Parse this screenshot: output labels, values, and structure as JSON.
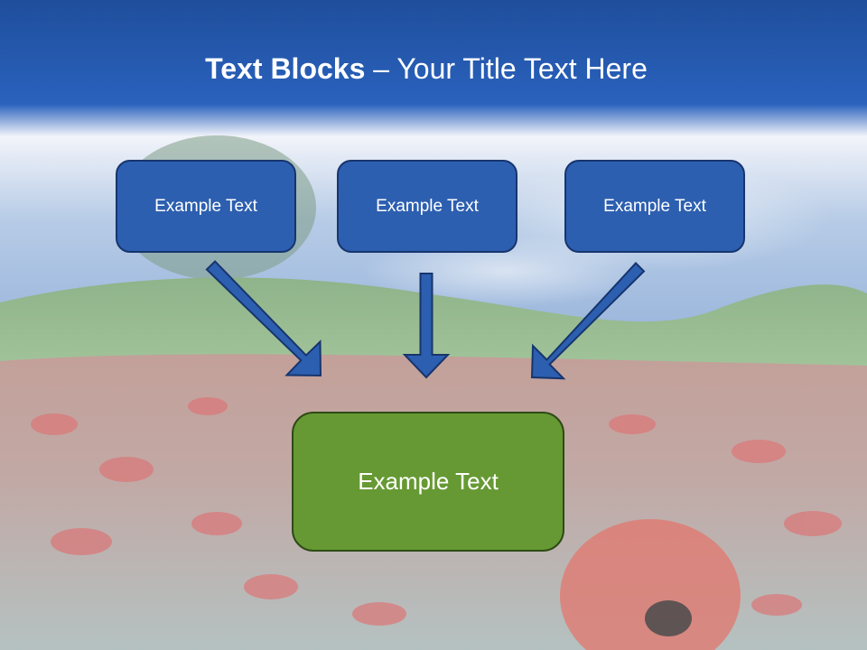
{
  "slide": {
    "title_bold": "Text Blocks",
    "title_dash": " – ",
    "title_rest": "Your Title Text Here",
    "boxes": {
      "left": "Example Text",
      "center": "Example Text",
      "right": "Example Text",
      "result": "Example Text"
    }
  },
  "colors": {
    "sky_header": "#2356a8",
    "top_box_fill": "#2d5fb0",
    "top_box_border": "#17356e",
    "result_box_fill": "#669933",
    "arrow_fill": "#2d5fb0",
    "arrow_stroke": "#17356e"
  }
}
